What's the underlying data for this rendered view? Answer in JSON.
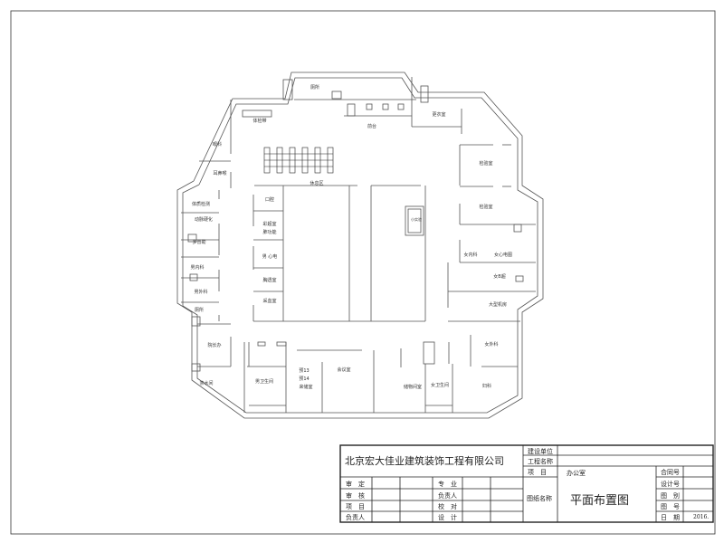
{
  "plan": {
    "rooms": [
      {
        "id": "toilet-top",
        "name": "厕所"
      },
      {
        "id": "exam-belt",
        "name": "体检带"
      },
      {
        "id": "reception",
        "name": "前台"
      },
      {
        "id": "locker",
        "name": "更衣室"
      },
      {
        "id": "ophthalmology",
        "name": "眼科"
      },
      {
        "id": "ent",
        "name": "耳鼻喉"
      },
      {
        "id": "rest-area",
        "name": "休息区"
      },
      {
        "id": "dental",
        "name": "口腔"
      },
      {
        "id": "ultrasound",
        "name": "彩超室"
      },
      {
        "id": "lung-function",
        "name": "肺功能"
      },
      {
        "id": "male-ecg",
        "name": "男 心电"
      },
      {
        "id": "xray",
        "name": "胸透室"
      },
      {
        "id": "blood",
        "name": "采血室"
      },
      {
        "id": "body-test",
        "name": "体质检测"
      },
      {
        "id": "arteriosclerosis",
        "name": "动脉硬化"
      },
      {
        "id": "doppler",
        "name": "多普勒"
      },
      {
        "id": "male-internal",
        "name": "男内科"
      },
      {
        "id": "male-surgery",
        "name": "男外科"
      },
      {
        "id": "toilet-left",
        "name": "厕所"
      },
      {
        "id": "director",
        "name": "院长办"
      },
      {
        "id": "tea",
        "name": "茶水间"
      },
      {
        "id": "male-wc",
        "name": "男卫生间"
      },
      {
        "id": "storage-a",
        "name": "预13"
      },
      {
        "id": "storage-b",
        "name": "预14"
      },
      {
        "id": "storage-c",
        "name": "来储室"
      },
      {
        "id": "meeting",
        "name": "会议室"
      },
      {
        "id": "storeroom",
        "name": "储物间室"
      },
      {
        "id": "female-wc",
        "name": "女卫生间"
      },
      {
        "id": "gynecology",
        "name": "妇科"
      },
      {
        "id": "female-surgery",
        "name": "女外科"
      },
      {
        "id": "machine-room",
        "name": "大型机房"
      },
      {
        "id": "female-bus",
        "name": "女B超"
      },
      {
        "id": "female-internal",
        "name": "女内科"
      },
      {
        "id": "female-ecg",
        "name": "女心电图"
      },
      {
        "id": "lab-1",
        "name": "检验室"
      },
      {
        "id": "lab-2",
        "name": "检验室"
      },
      {
        "id": "small-lab",
        "name": "小实验"
      }
    ]
  },
  "title_block": {
    "company": "北京宏大佳业建筑装饰工程有限公司",
    "client_label": "建设单位",
    "project_name_label": "工程名称",
    "item_label": "项　目",
    "item_value": "办公室",
    "drawing_name_label": "图纸名称",
    "drawing_name": "平面布置图",
    "contract_no_label": "合同号",
    "design_no_label": "设计号",
    "category_label": "图　别",
    "sheet_no_label": "图　号",
    "date_label": "日　期",
    "date_value": "2016.",
    "approve_label": "审　定",
    "review_label": "审　核",
    "project_label": "项　目",
    "lead_label": "负责人",
    "discipline_label": "专　业",
    "discipline_lead_label": "负责人",
    "check_label": "校　对",
    "design_label": "设　计"
  }
}
